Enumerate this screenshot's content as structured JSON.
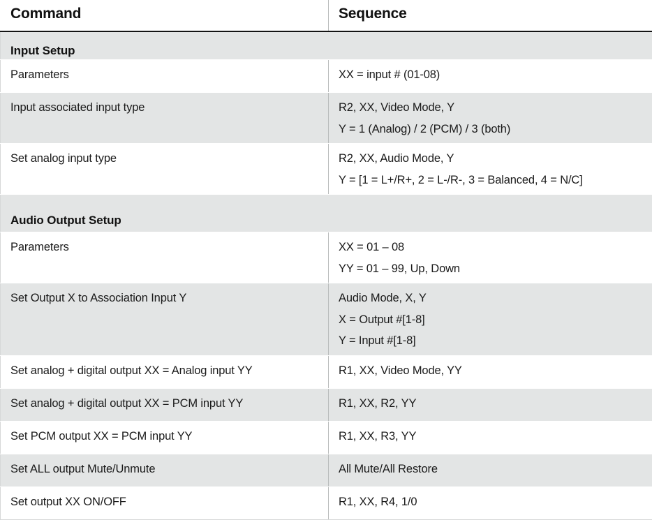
{
  "table": {
    "headers": {
      "command": "Command",
      "sequence": "Sequence"
    },
    "sections": [
      {
        "title": "Input Setup",
        "rows": [
          {
            "command": [
              "Parameters"
            ],
            "sequence": [
              "XX = input # (01-08)"
            ]
          },
          {
            "command": [
              "Input associated input type"
            ],
            "sequence": [
              "R2, XX, Video Mode, Y",
              "Y = 1 (Analog) / 2 (PCM) / 3 (both)"
            ]
          },
          {
            "command": [
              "Set analog input type"
            ],
            "sequence": [
              "R2, XX, Audio Mode, Y",
              "Y = [1 = L+/R+, 2 = L-/R-, 3 = Balanced, 4 = N/C]"
            ]
          }
        ]
      },
      {
        "title": "Audio Output Setup",
        "rows": [
          {
            "command": [
              "Parameters"
            ],
            "sequence": [
              "XX = 01 – 08",
              "YY = 01 – 99, Up, Down"
            ]
          },
          {
            "command": [
              "Set Output X to Association Input Y"
            ],
            "sequence": [
              "Audio Mode, X, Y",
              "X = Output #[1-8]",
              "Y = Input #[1-8]"
            ]
          },
          {
            "command": [
              "Set analog + digital output XX = Analog input YY"
            ],
            "sequence": [
              "R1, XX, Video Mode, YY"
            ]
          },
          {
            "command": [
              "Set analog + digital output XX = PCM input YY"
            ],
            "sequence": [
              "R1, XX, R2, YY"
            ]
          },
          {
            "command": [
              "Set PCM output XX = PCM input YY"
            ],
            "sequence": [
              "R1, XX, R3, YY"
            ]
          },
          {
            "command": [
              "Set ALL output Mute/Unmute"
            ],
            "sequence": [
              "All Mute/All Restore"
            ]
          },
          {
            "command": [
              "Set output XX ON/OFF"
            ],
            "sequence": [
              "R1, XX, R4, 1/0"
            ]
          }
        ]
      }
    ],
    "colors": {
      "band_gray": "#e3e5e5",
      "band_white": "#ffffff",
      "text": "#111111",
      "header_rule": "#141414"
    }
  }
}
